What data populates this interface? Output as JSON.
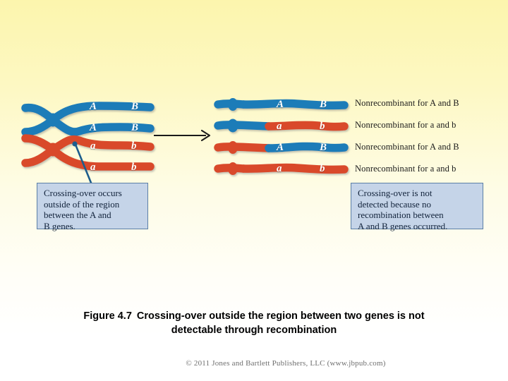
{
  "slide": {
    "background_top_color": "#fcf5ad",
    "background_bottom_color": "#ffffff"
  },
  "figure": {
    "colors": {
      "blue_chromatid": "#1b7cb8",
      "red_chromatid": "#d94a2b",
      "callout_fill": "#c5d4e8",
      "callout_border": "#5b7fa6",
      "arrow": "#1a1a1a",
      "leader_line": "#1d5d8c"
    },
    "arrow": {
      "name": "process-arrow"
    },
    "left_panel": {
      "name": "crossing-over-before",
      "chromatids": [
        {
          "id": "blue-outer-top",
          "color": "blue",
          "labels": [
            "A",
            "B"
          ]
        },
        {
          "id": "blue-inner",
          "color": "blue",
          "labels": [
            "A",
            "B"
          ]
        },
        {
          "id": "red-inner",
          "color": "red",
          "labels": [
            "a",
            "b"
          ]
        },
        {
          "id": "red-outer-bottom",
          "color": "red",
          "labels": [
            "a",
            "b"
          ]
        }
      ]
    },
    "right_panel": {
      "name": "chromatids-after",
      "rows": [
        {
          "left_color": "blue",
          "right_color": "blue",
          "gene1": "A",
          "gene2": "B",
          "status": "Nonrecombinant for A and B"
        },
        {
          "left_color": "blue",
          "right_color": "red",
          "gene1": "a",
          "gene2": "b",
          "status": "Nonrecombinant for a and b"
        },
        {
          "left_color": "red",
          "right_color": "blue",
          "gene1": "A",
          "gene2": "B",
          "status": "Nonrecombinant for A and B"
        },
        {
          "left_color": "red",
          "right_color": "red",
          "gene1": "a",
          "gene2": "b",
          "status": "Nonrecombinant for a and b"
        }
      ]
    },
    "callout_left": {
      "name": "callout-crossing-over-location",
      "lines": [
        "Crossing-over occurs",
        "outside of the region",
        "between the A and",
        "B genes."
      ]
    },
    "callout_right": {
      "name": "callout-not-detected",
      "lines": [
        "Crossing-over is not",
        "detected because no",
        "recombination between",
        "A and B genes occurred."
      ]
    }
  },
  "caption": {
    "figure_number": "Figure 4.7",
    "text_line1": "Crossing-over outside the region between two genes is not",
    "text_line2": "detectable through recombination"
  },
  "footer": {
    "copyright": "© 2011 Jones and Bartlett Publishers, LLC (www.jbpub.com)"
  }
}
